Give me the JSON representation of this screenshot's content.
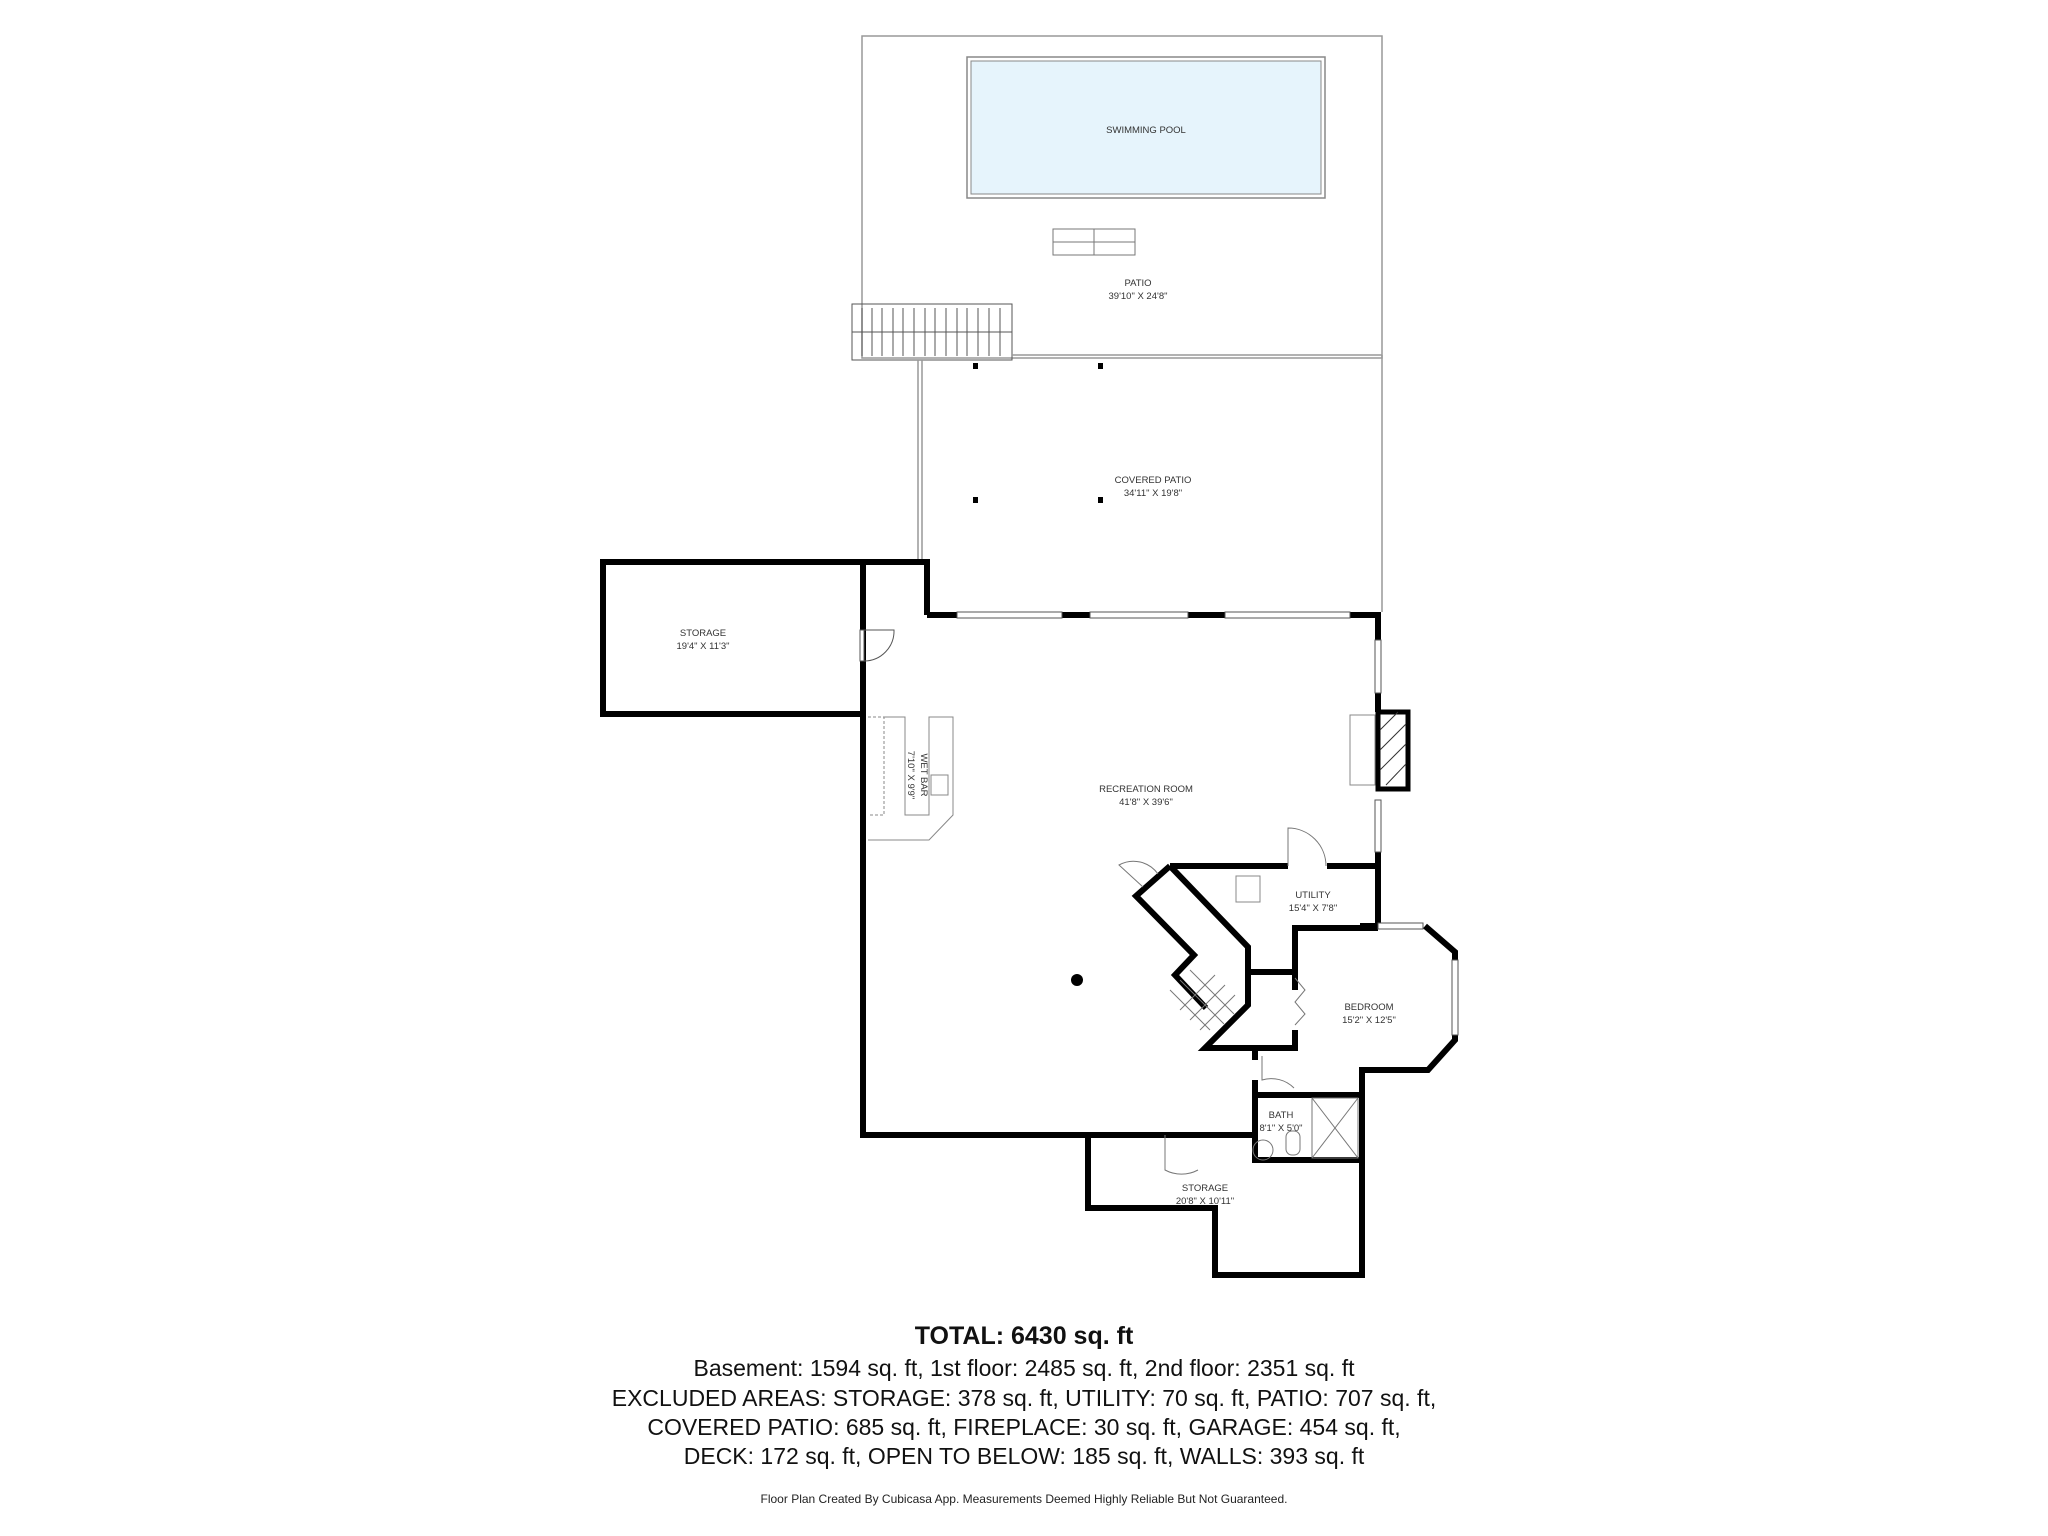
{
  "rooms": {
    "swimming_pool": {
      "name": "SWIMMING POOL"
    },
    "patio": {
      "name": "PATIO",
      "dims": "39'10\" X 24'8\""
    },
    "covered_patio": {
      "name": "COVERED PATIO",
      "dims": "34'11\" X 19'8\""
    },
    "storage_left": {
      "name": "STORAGE",
      "dims": "19'4\" X 11'3\""
    },
    "wet_bar": {
      "name": "WET BAR",
      "dims": "7'10\" X 9'9\""
    },
    "recreation_room": {
      "name": "RECREATION ROOM",
      "dims": "41'8\" X 39'6\""
    },
    "utility": {
      "name": "UTILITY",
      "dims": "15'4\" X 7'8\""
    },
    "bedroom": {
      "name": "BEDROOM",
      "dims": "15'2\" X 12'5\""
    },
    "bath": {
      "name": "BATH",
      "dims": "8'1\" X 5'0\""
    },
    "storage_bottom": {
      "name": "STORAGE",
      "dims": "20'8\" X 10'11\""
    }
  },
  "summary": {
    "total": "TOTAL: 6430 sq. ft",
    "line1": "Basement: 1594 sq. ft, 1st floor: 2485 sq. ft, 2nd floor: 2351 sq. ft",
    "line2": "EXCLUDED AREAS: STORAGE: 378 sq. ft, UTILITY: 70 sq. ft, PATIO: 707 sq. ft,",
    "line3": "COVERED PATIO: 685 sq. ft, FIREPLACE: 30 sq. ft, GARAGE: 454 sq. ft,",
    "line4": "DECK: 172 sq. ft, OPEN TO BELOW: 185 sq. ft, WALLS: 393 sq. ft"
  },
  "footer": "Floor Plan Created By Cubicasa App. Measurements Deemed Highly Reliable But Not Guaranteed.",
  "colors": {
    "wall": "#000000",
    "pool_fill": "#e6f4fc",
    "thin_line": "#888888"
  }
}
